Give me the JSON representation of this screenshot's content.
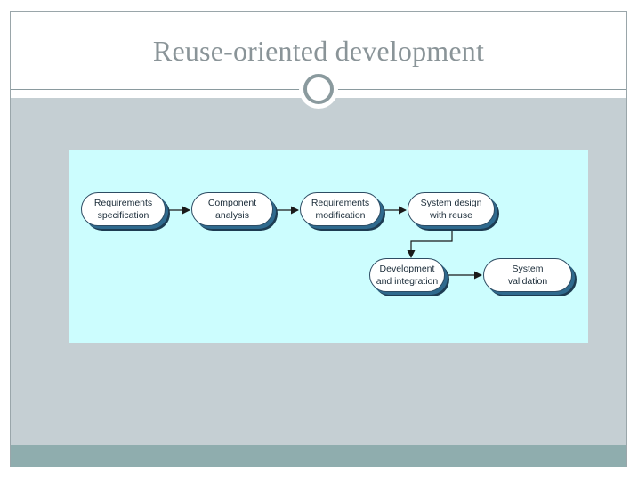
{
  "slide": {
    "title": "Reuse-oriented development"
  },
  "diagram": {
    "nodes": [
      {
        "id": "req-spec",
        "label": "Requirements\nspecification"
      },
      {
        "id": "comp-analysis",
        "label": "Component\nanalysis"
      },
      {
        "id": "req-mod",
        "label": "Requirements\nmodification"
      },
      {
        "id": "sys-design",
        "label": "System design\nwith reuse"
      },
      {
        "id": "dev-int",
        "label": "Development\nand integration"
      },
      {
        "id": "sys-val",
        "label": "System\nvalidation"
      }
    ],
    "edges": [
      {
        "from": "req-spec",
        "to": "comp-analysis"
      },
      {
        "from": "comp-analysis",
        "to": "req-mod"
      },
      {
        "from": "req-mod",
        "to": "sys-design"
      },
      {
        "from": "sys-design",
        "to": "dev-int"
      },
      {
        "from": "dev-int",
        "to": "sys-val"
      }
    ]
  }
}
